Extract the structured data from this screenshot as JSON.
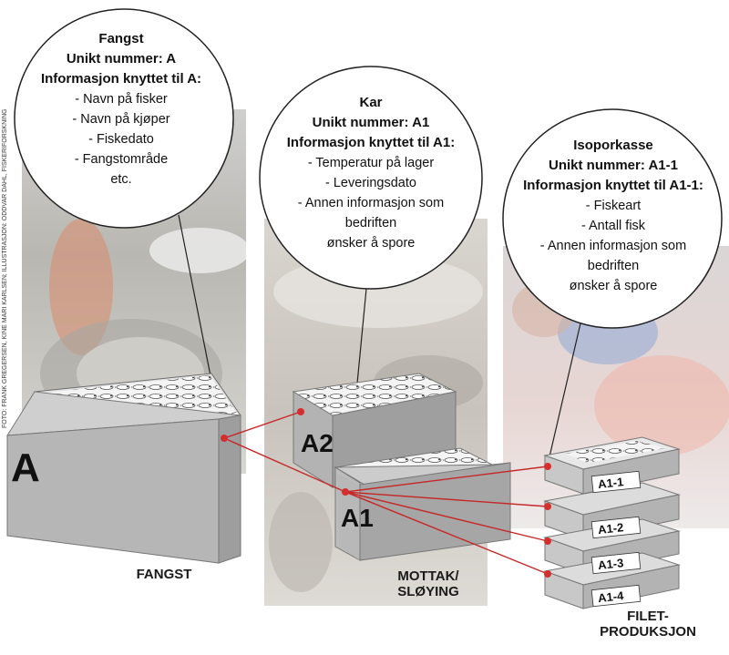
{
  "bubbles": {
    "fangst": {
      "title": "Fangst",
      "id_line": "Unikt nummer: A",
      "info_line": "Informasjon knyttet til A:",
      "items": [
        "- Navn på fisker",
        "- Navn på kjøper",
        "- Fiskedato",
        "- Fangstområde",
        "etc."
      ]
    },
    "kar": {
      "title": "Kar",
      "id_line": "Unikt nummer: A1",
      "info_line": "Informasjon knyttet til A1:",
      "items": [
        "- Temperatur på lager",
        "- Leveringsdato",
        "- Annen informasjon som",
        "bedriften",
        "ønsker å spore"
      ]
    },
    "isopor": {
      "title": "Isoporkasse",
      "id_line": "Unikt nummer: A1-1",
      "info_line": "Informasjon knyttet til A1-1:",
      "items": [
        "- Fiskeart",
        "- Antall fisk",
        "- Annen informasjon som",
        "bedriften",
        "ønsker å spore"
      ]
    }
  },
  "boxes": {
    "big": "A",
    "tub_back": "A2",
    "tub_front": "A1",
    "crates": [
      "A1-1",
      "A1-2",
      "A1-3",
      "A1-4"
    ]
  },
  "captions": {
    "fangst": "FANGST",
    "mottak_1": "MOTTAK/",
    "mottak_2": "SLØYING",
    "filet_1": "FILET-",
    "filet_2": "PRODUKSJON"
  },
  "credit": "FOTO: FRANK GREGERSEN, KINE MARI KARLSEN; ILLUSTRASJON: ODDVAR DAHL, FISKERIFORSKNING",
  "colors": {
    "link_line": "#c62828",
    "dot": "#d32f2f",
    "box_front": "#b5b5b5",
    "box_side": "#9e9e9e",
    "box_top": "#e0e0e0",
    "bubble_stroke": "#222222"
  }
}
